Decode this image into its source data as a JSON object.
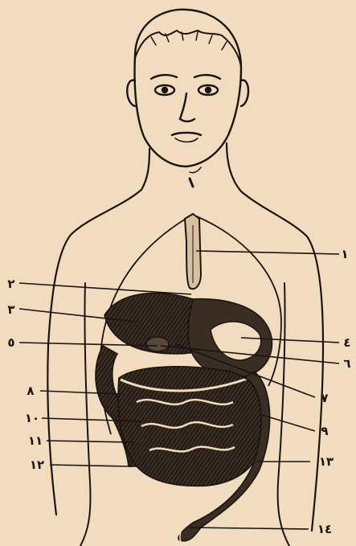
{
  "colors": {
    "background": "#f2dcc0",
    "ink": "#1a140f",
    "organ": "#2a211a"
  },
  "labels": {
    "r1": "١",
    "r4": "٤",
    "r6": "٦",
    "r7": "٧",
    "r9": "٩",
    "r13": "١٣",
    "r14": "١٤",
    "l2": "٢",
    "l3": "٣",
    "l5": "٥",
    "l8": "٨",
    "l10": "١٠",
    "l11": "١١",
    "l12": "١٢"
  }
}
